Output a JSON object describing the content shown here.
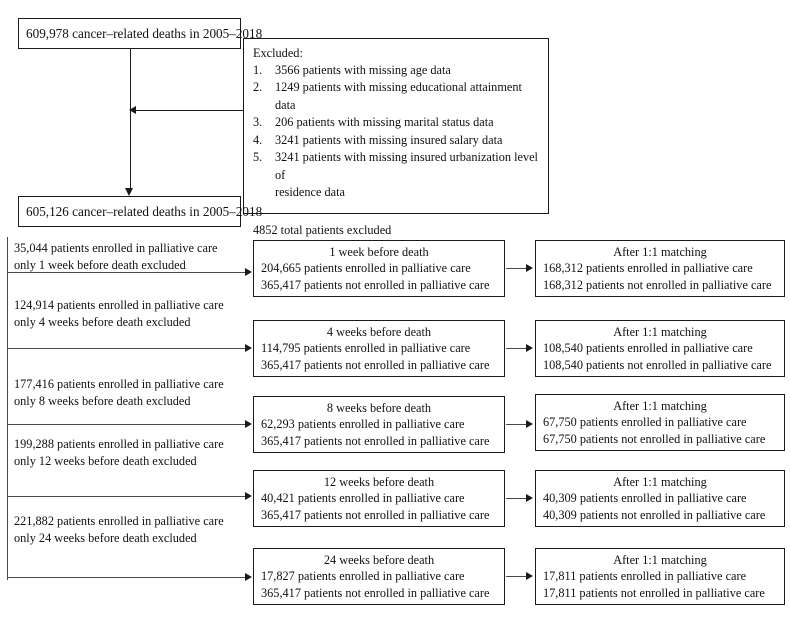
{
  "figure": {
    "type": "flowchart",
    "title": "Patient selection flow diagram"
  },
  "top": {
    "total_cohort": "609,978 cancer–related deaths in 2005–2018",
    "included_cohort": "605,126 cancer–related deaths in 2005–2018"
  },
  "excluded": {
    "heading": "Excluded:",
    "items": [
      {
        "num": "1.",
        "text": "3566 patients with missing age data"
      },
      {
        "num": "2.",
        "text": "1249 patients with missing educational attainment data"
      },
      {
        "num": "3.",
        "text": " 206 patients with missing marital status data"
      },
      {
        "num": "4.",
        "text": "3241 patients with missing insured salary data"
      },
      {
        "num": "5.",
        "text": "3241 patients with missing insured urbanization level of"
      },
      {
        "num": "",
        "text": "residence data"
      }
    ],
    "total": "4852 total patients excluded"
  },
  "exclusion_labels": [
    {
      "line1": "35,044 patients enrolled in palliative care",
      "line2": "only 1 week before death excluded"
    },
    {
      "line1": "124,914 patients enrolled in palliative care",
      "line2": "only 4 weeks before death excluded"
    },
    {
      "line1": "177,416 patients enrolled in palliative care",
      "line2": "only 8 weeks before death excluded"
    },
    {
      "line1": "199,288 patients enrolled in palliative care",
      "line2": "only 12 weeks before death excluded"
    },
    {
      "line1": "221,882 patients enrolled in palliative care",
      "line2": "only 24 weeks before death excluded"
    }
  ],
  "cohorts": [
    {
      "header": "1 week before death",
      "enrolled": "204,665 patients enrolled in palliative care",
      "not_enrolled": "365,417 patients not enrolled in palliative care"
    },
    {
      "header": "4 weeks before death",
      "enrolled": "114,795 patients enrolled in palliative care",
      "not_enrolled": "365,417 patients not enrolled in palliative care"
    },
    {
      "header": "8 weeks before death",
      "enrolled": "62,293 patients enrolled in palliative care",
      "not_enrolled": "365,417 patients not enrolled in palliative care"
    },
    {
      "header": "12 weeks before death",
      "enrolled": "40,421 patients enrolled in palliative care",
      "not_enrolled": "365,417 patients not enrolled in palliative care"
    },
    {
      "header": "24 weeks before death",
      "enrolled": "17,827 patients enrolled in palliative care",
      "not_enrolled": "365,417 patients not enrolled in palliative care"
    }
  ],
  "matched": [
    {
      "header": "After 1:1 matching",
      "enrolled": "168,312 patients enrolled in palliative care",
      "not_enrolled": "168,312 patients not enrolled in palliative care"
    },
    {
      "header": "After 1:1 matching",
      "enrolled": "108,540 patients enrolled in palliative care",
      "not_enrolled": "108,540 patients not enrolled in palliative care"
    },
    {
      "header": "After 1:1 matching",
      "enrolled": "67,750 patients enrolled in palliative care",
      "not_enrolled": "67,750 patients not enrolled in palliative care"
    },
    {
      "header": "After 1:1 matching",
      "enrolled": "40,309 patients enrolled in palliative care",
      "not_enrolled": "40,309 patients not enrolled in palliative care"
    },
    {
      "header": "After 1:1 matching",
      "enrolled": "17,811 patients enrolled in palliative care",
      "not_enrolled": "17,811 patients not enrolled in palliative care"
    }
  ],
  "colors": {
    "stroke": "#1a1a1a",
    "connector": "#4a4a4a",
    "background": "#ffffff"
  }
}
